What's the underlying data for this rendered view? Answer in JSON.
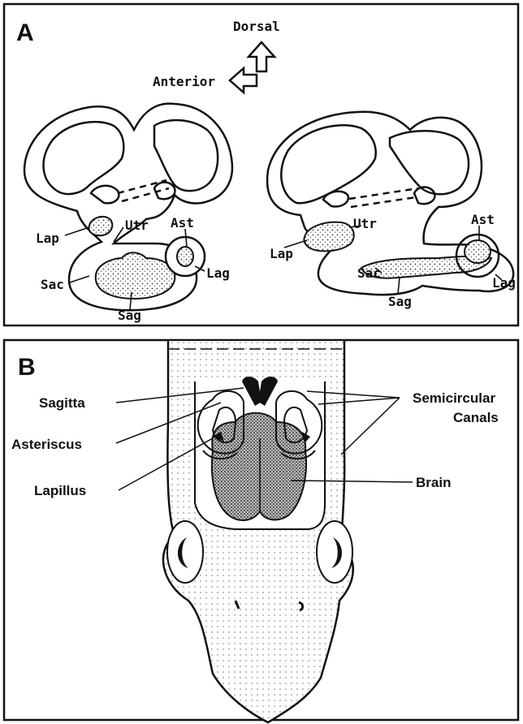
{
  "panel_a": {
    "letter": "A",
    "axes": {
      "dorsal": "Dorsal",
      "anterior": "Anterior"
    },
    "left": {
      "lap": "Lap",
      "utr": "Utr",
      "ast": "Ast",
      "lag": "Lag",
      "sac": "Sac",
      "sag": "Sag"
    },
    "right": {
      "lap": "Lap",
      "utr": "Utr",
      "ast": "Ast",
      "lag": "Lag",
      "sac": "Sac",
      "sag": "Sag"
    }
  },
  "panel_b": {
    "letter": "B",
    "labels": {
      "sagitta": "Sagitta",
      "asteriscus": "Asteriscus",
      "lapillus": "Lapillus",
      "semicircular_1": "Semicircular",
      "semicircular_2": "Canals",
      "brain": "Brain"
    }
  }
}
